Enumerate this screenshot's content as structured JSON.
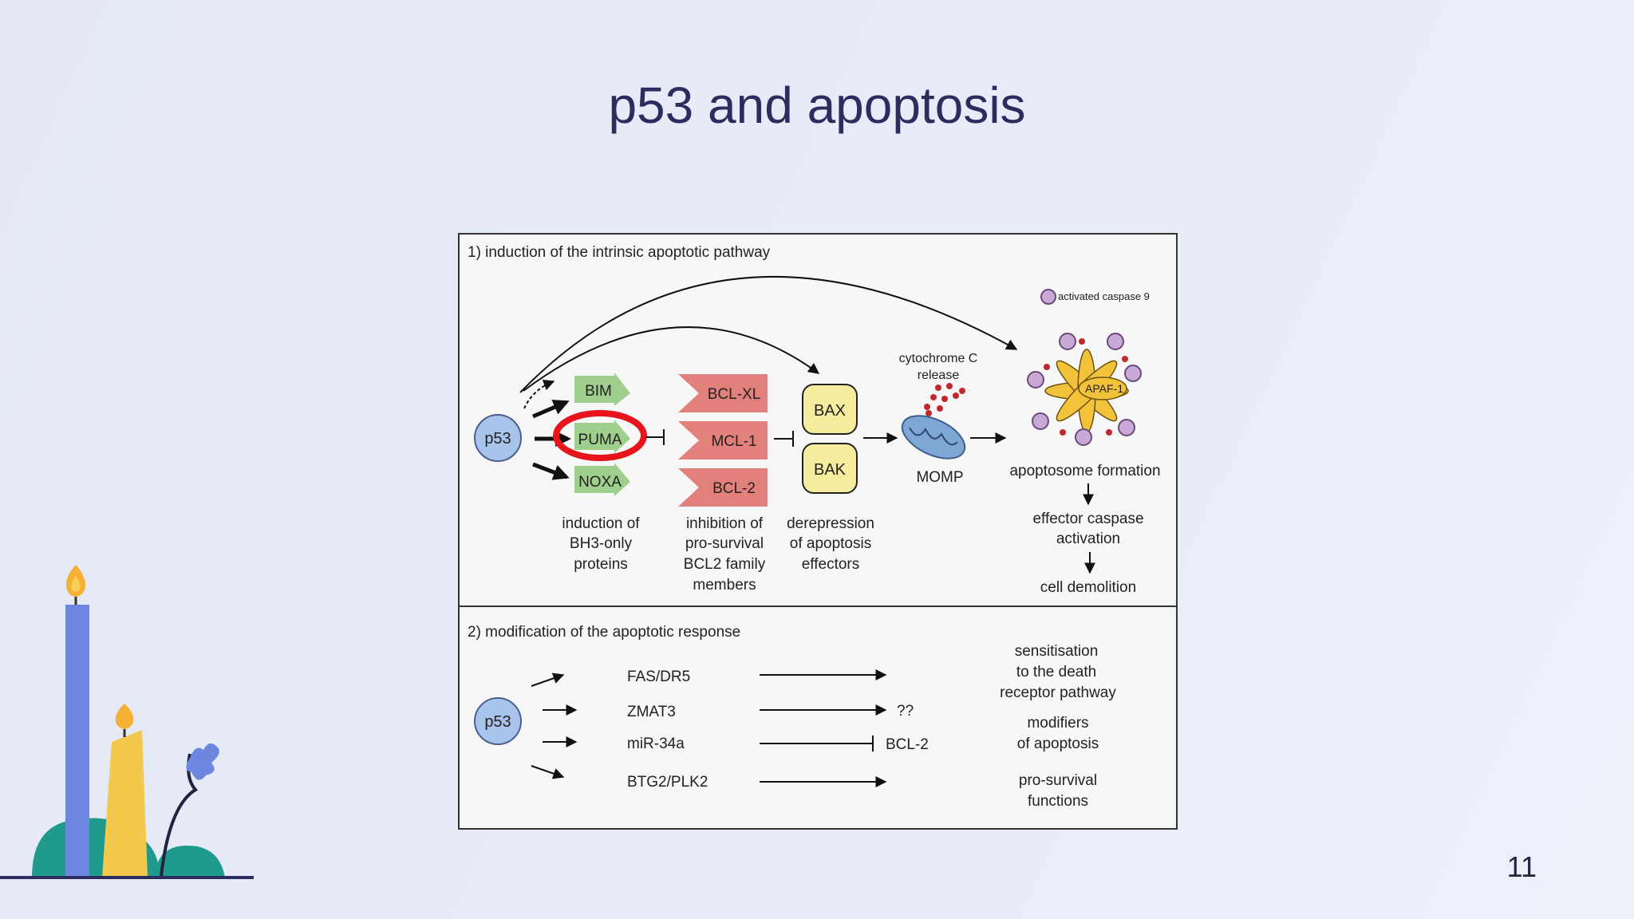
{
  "slide": {
    "title": "p53 and apoptosis",
    "page_number": "11"
  },
  "panel1": {
    "heading": "1) induction of the intrinsic apoptotic pathway",
    "legend_label": "activated caspase 9",
    "p53_label": "p53",
    "bh3_proteins": [
      "BIM",
      "PUMA",
      "NOXA"
    ],
    "bcl2_members": [
      "BCL-XL",
      "MCL-1",
      "BCL-2"
    ],
    "effectors": [
      "BAX",
      "BAK"
    ],
    "cytochrome_label": [
      "cytochrome C",
      "release"
    ],
    "momp_label": "MOMP",
    "apaf_label": "APAF-1",
    "apoptosome_label": "apoptosome formation",
    "caspase_label": [
      "effector caspase",
      "activation"
    ],
    "demolition_label": "cell demolition",
    "caption_bh3": [
      "induction of",
      "BH3-only",
      "proteins"
    ],
    "caption_bcl2": [
      "inhibition of",
      "pro-survival",
      "BCL2 family",
      "members"
    ],
    "caption_effectors": [
      "derepression",
      "of apoptosis",
      "effectors"
    ]
  },
  "panel2": {
    "heading": "2) modification of the apoptotic response",
    "p53_label": "p53",
    "targets": [
      "FAS/DR5",
      "ZMAT3",
      "miR-34a",
      "BTG2/PLK2"
    ],
    "zmat3_suffix": "??",
    "mir_target": "BCL-2",
    "outcome_death_receptor": [
      "sensitisation",
      "to the death",
      "receptor pathway"
    ],
    "outcome_modifiers": [
      "modifiers",
      "of apoptosis"
    ],
    "outcome_survival": [
      "pro-survival",
      "functions"
    ]
  },
  "colors": {
    "title": "#2b2d5e",
    "bh3_green": "#9fcf8c",
    "bcl2_red": "#e2807c",
    "effector_yellow": "#f6ec9e",
    "p53_blue": "#a9c4ea",
    "highlight_red": "#e8141c",
    "caspase_purple": "#c9a9d6",
    "apaf_yellow": "#f2c23a",
    "candle_blue": "#6d86e0",
    "candle_yellow": "#f2c94c",
    "bush_teal": "#1f9a8c"
  },
  "icons": [
    "candle-icon",
    "plant-icon",
    "mitochondrion-icon",
    "apoptosome-icon"
  ]
}
